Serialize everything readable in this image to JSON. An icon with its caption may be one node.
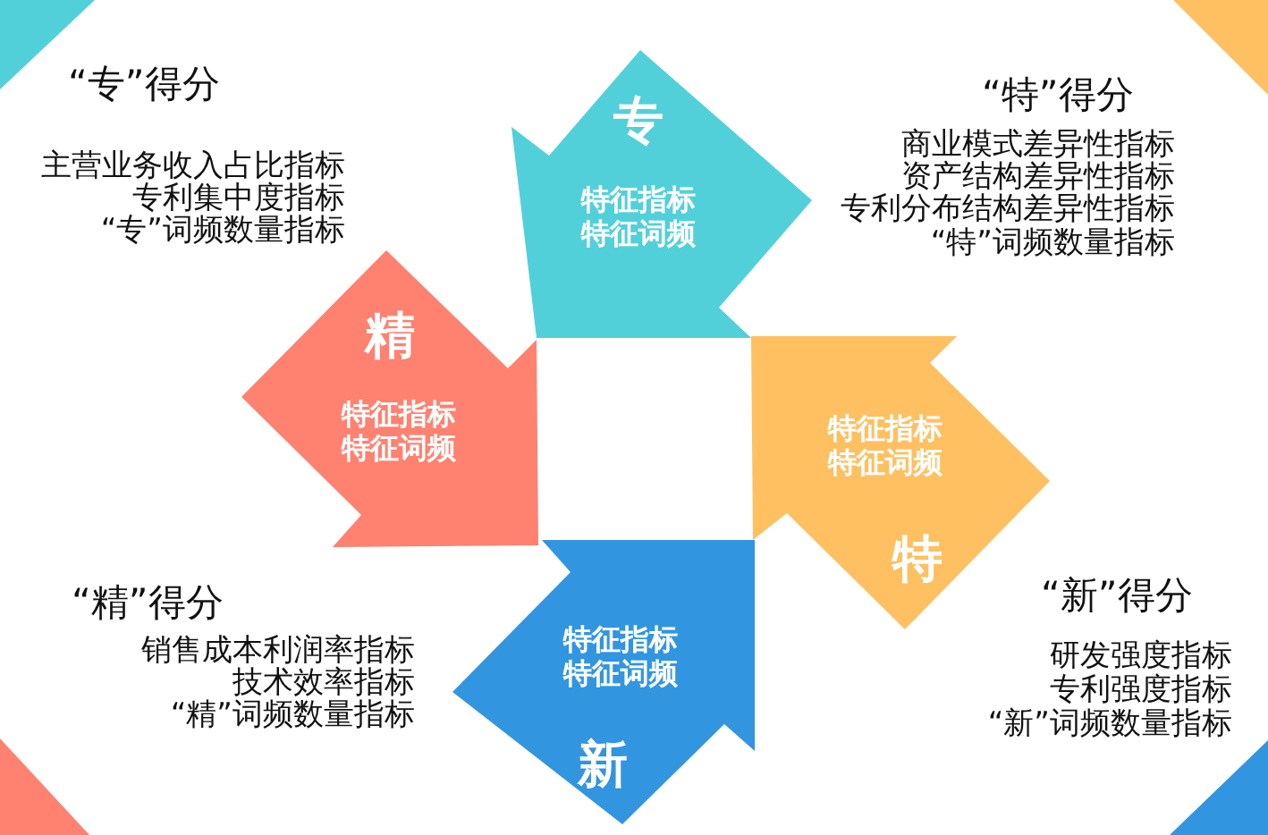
{
  "diagram": {
    "nodes": [
      {
        "text": [
          "专",
          "特征指标",
          "特征词频"
        ]
      },
      {
        "text": [
          "精",
          "特征指标",
          "特征词频"
        ]
      },
      {
        "text": [
          "特征指标",
          "特征词频",
          "特"
        ]
      },
      {
        "text": [
          "特征指标",
          "特征词频",
          "新"
        ]
      }
    ],
    "labels": [
      "“专”得分",
      "主营业务收入占比指标",
      "专利集中度指标",
      "“专”词频数量指标",
      "“特”得分",
      "商业模式差异性指标",
      "资产结构差异性指标",
      "专利分布结构差异性指标",
      "“特”词频数量指标",
      "“精”得分",
      "销售成本利润率指标",
      "技术效率指标",
      "“精”词频数量指标",
      "“新”得分",
      "研发强度指标",
      "专利强度指标",
      "“新”词频数量指标"
    ]
  }
}
